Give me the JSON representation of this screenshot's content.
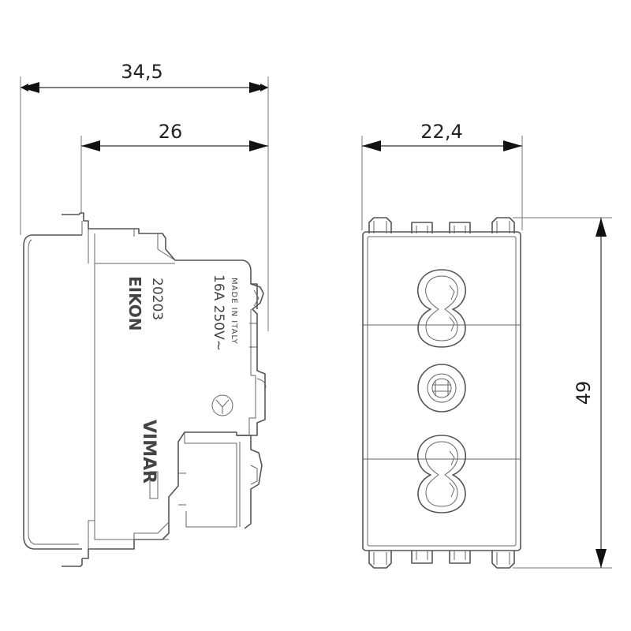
{
  "dimensions": {
    "total_depth": "34,5",
    "body_depth": "26",
    "width": "22,4",
    "height": "49"
  },
  "side_label": {
    "brand_series": "EIKON",
    "code": "20203",
    "rating": "16A 250V~",
    "origin": "MADE IN ITALY",
    "manufacturer": "VIMAR"
  },
  "colors": {
    "outline": "#555555",
    "dimension": "#333333"
  }
}
